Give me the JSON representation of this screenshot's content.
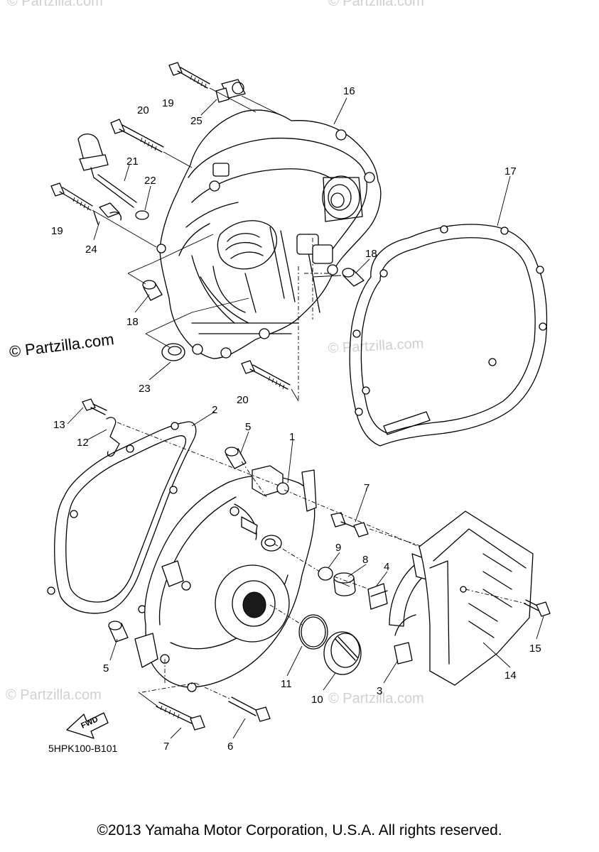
{
  "watermark": "© Partzilla.com",
  "diagram_code": "5HPK100-B101",
  "fwd_label": "FWD",
  "copyright": "©2013 Yamaha Motor Corporation, U.S.A. All rights reserved.",
  "callouts": {
    "c1": "1",
    "c2": "2",
    "c3": "3",
    "c4": "4",
    "c5a": "5",
    "c5b": "5",
    "c6": "6",
    "c7a": "7",
    "c7b": "7",
    "c8": "8",
    "c9": "9",
    "c10": "10",
    "c11": "11",
    "c12": "12",
    "c13": "13",
    "c14": "14",
    "c15": "15",
    "c16": "16",
    "c17": "17",
    "c18a": "18",
    "c18b": "18",
    "c19a": "19",
    "c19b": "19",
    "c20a": "20",
    "c20b": "20",
    "c21": "21",
    "c22": "22",
    "c23": "23",
    "c24": "24",
    "c25": "25"
  }
}
